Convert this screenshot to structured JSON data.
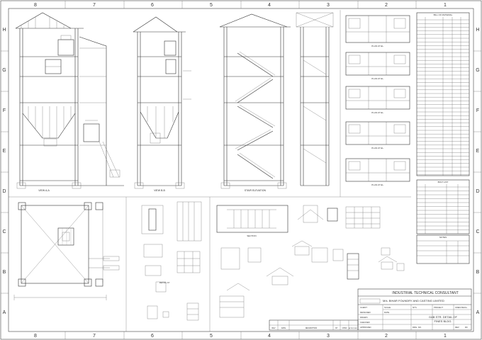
{
  "grid": {
    "columns": [
      "8",
      "7",
      "6",
      "5",
      "4",
      "3",
      "2",
      "1"
    ],
    "rows": [
      "H",
      "G",
      "F",
      "E",
      "D",
      "C",
      "B",
      "A"
    ]
  },
  "title_block": {
    "consultant": "INDUSTRIAL TECHNICAL CONSULTANT",
    "client": "M/s. BIHAR FOUNDRY AND CASTING LIMITED",
    "drawing_title_line1": "GAB STR. DETAIL OF",
    "drawing_title_line2": "FINES BLDG.",
    "scale_label": "SCALE",
    "scale_value": "NTS",
    "drawn_label": "DRAWN",
    "checked_label": "CHECKED",
    "approved_label": "APPROVED",
    "designed_label": "DESIGNED",
    "date_label": "DATE",
    "drg_no_label": "DRG. NO.",
    "rev_label": "REV",
    "rev_value": "R0",
    "client_label": "CLIENT",
    "project_label": "PROJECT",
    "project_value": "FINES BLDG."
  },
  "revision_table": {
    "headers": [
      "REV",
      "DATE",
      "DESCRIPTION",
      "BY",
      "CHKD",
      "APPROVED"
    ]
  },
  "views": {
    "view_a_label": "VIEW A-A",
    "view_b_label": "VIEW B-B",
    "plan_label": "PLAN AT EL.",
    "stair_label": "STAIR ELEVATION",
    "detail_label": "DETAIL AT",
    "section_label": "SECTION"
  },
  "schedules": {
    "schedule1_title": "BILL OF MATERIAL",
    "schedule2_title": "BOLT LIST",
    "schedule3_title": "NOTES"
  }
}
